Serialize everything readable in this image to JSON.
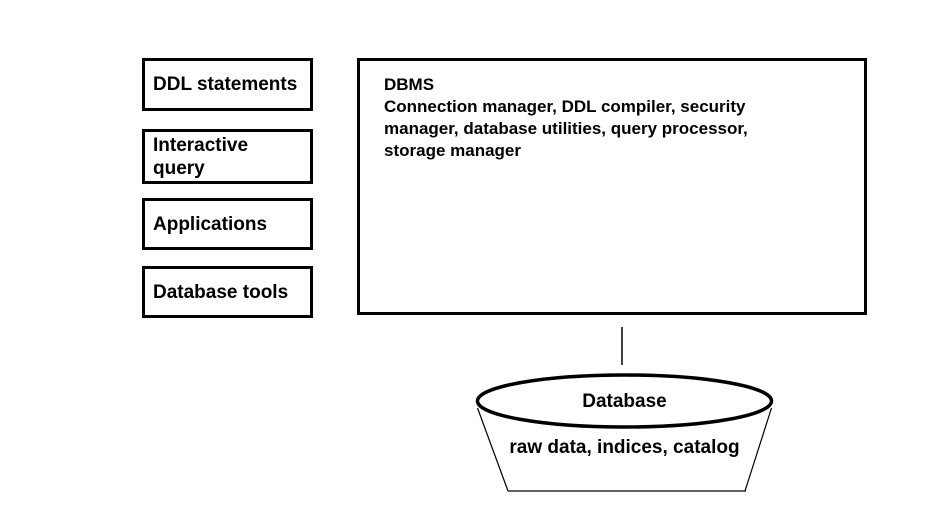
{
  "left_boxes": [
    {
      "label": "DDL statements"
    },
    {
      "label": "Interactive\nquery"
    },
    {
      "label": "Applications"
    },
    {
      "label": "Database tools"
    }
  ],
  "dbms_box": {
    "title": "DBMS",
    "components": "Connection manager, DDL compiler, security\nmanager, database utilities, query processor,\nstorage manager"
  },
  "database": {
    "title": "Database",
    "contents": "raw data, indices, catalog"
  },
  "colors": {
    "stroke": "#000000",
    "background": "#ffffff",
    "text": "#000000"
  }
}
